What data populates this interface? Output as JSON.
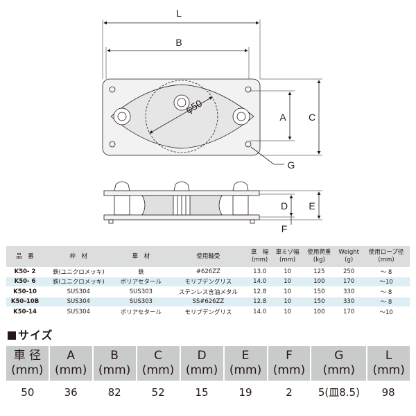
{
  "drawing": {
    "labels": {
      "L": "L",
      "B": "B",
      "A": "A",
      "C": "C",
      "G": "G",
      "D": "D",
      "E": "E",
      "F": "F",
      "phi": "φ50"
    }
  },
  "spec_table": {
    "headers": [
      [
        "品　番"
      ],
      [
        "枠　材"
      ],
      [
        "車　材"
      ],
      [
        "使用軸受"
      ],
      [
        "車　幅",
        "(mm)"
      ],
      [
        "車ミゾ幅",
        "(mm)"
      ],
      [
        "使用荷重",
        "(kg)"
      ],
      [
        "Weight",
        "(g)"
      ],
      [
        "使用ロープ径",
        "(mm)"
      ]
    ],
    "rows": [
      [
        "K50- 2",
        "鉄(ユニクロメッキ)",
        "鉄",
        "#626ZZ",
        "13.0",
        "10",
        "125",
        "250",
        "～ 8"
      ],
      [
        "K50- 6",
        "鉄(ユニクロメッキ)",
        "ポリアセタール",
        "モリブデングリス",
        "14.0",
        "10",
        "100",
        "170",
        "～10"
      ],
      [
        "K50-10",
        "SUS304",
        "SUS303",
        "ステンレス含油メタル",
        "12.8",
        "10",
        "150",
        "330",
        "～ 8"
      ],
      [
        "K50-10B",
        "SUS304",
        "SUS303",
        "SS#626ZZ",
        "12.8",
        "10",
        "150",
        "330",
        "～ 8"
      ],
      [
        "K50-14",
        "SUS304",
        "ポリアセタール",
        "モリブデングリス",
        "14.0",
        "10",
        "100",
        "170",
        "～10"
      ]
    ]
  },
  "size_section": {
    "title": "サイズ",
    "headers": [
      [
        "車 径",
        "(mm)"
      ],
      [
        "A",
        "(mm)"
      ],
      [
        "B",
        "(mm)"
      ],
      [
        "C",
        "(mm)"
      ],
      [
        "D",
        "(mm)"
      ],
      [
        "E",
        "(mm)"
      ],
      [
        "F",
        "(mm)"
      ],
      [
        "G",
        "(mm)"
      ],
      [
        "L",
        "(mm)"
      ]
    ],
    "values": [
      "50",
      "36",
      "82",
      "52",
      "15",
      "19",
      "2",
      "5(皿8.5)",
      "98"
    ]
  }
}
